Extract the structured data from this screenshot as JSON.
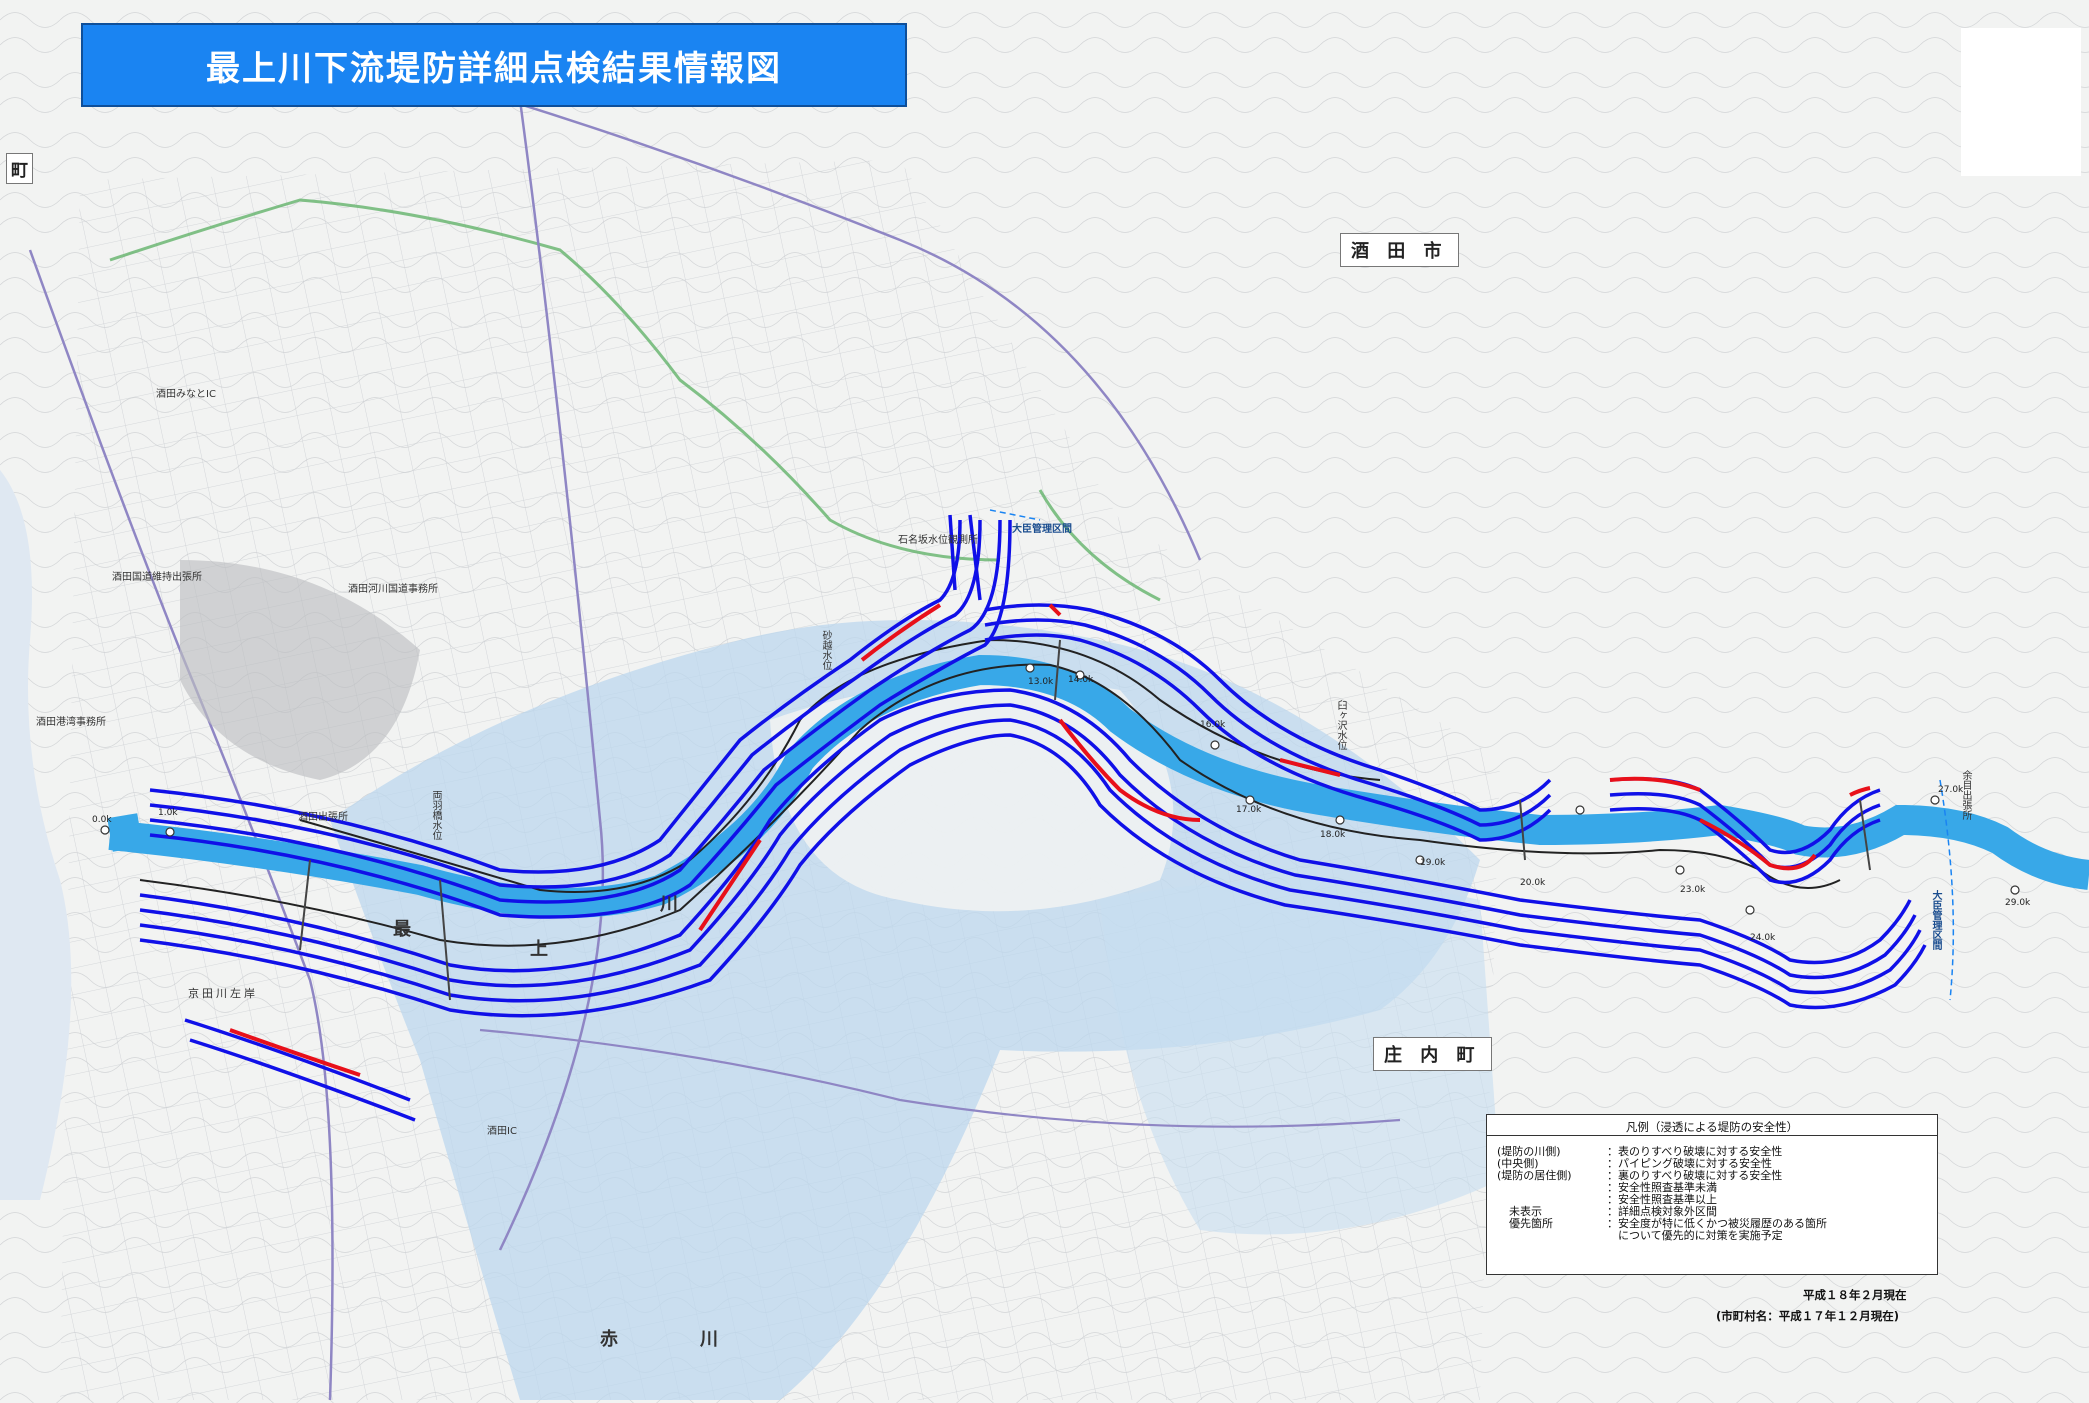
{
  "title": "最上川下流堤防詳細点検結果情報図",
  "places": {
    "sakata": "酒 田 市",
    "shonai": "庄 内 町",
    "machi": "町"
  },
  "river": {
    "chars": [
      "最",
      "上",
      "川"
    ],
    "aka": [
      "赤",
      "川"
    ],
    "kyoden_left": "京田川左岸"
  },
  "offices": {
    "sakata_kokudo_port": "酒田国道維持出張所",
    "sakata_kasen_office": "酒田河川国道事務所",
    "sakata_port_office": "酒田港湾事務所",
    "sakata_branch": "酒田出張所",
    "ishinazaka": "石名坂水位観測所",
    "sunaoshi": "砂越水位",
    "usuzawa": "臼ヶ沢水位",
    "amarume": "余目出張所",
    "kanri_kukan": "大臣管理区間",
    "sakata_mizu": "酒田みなとIC",
    "sakata_ic": "酒田IC",
    "ryo_bridge": "両羽橋水位"
  },
  "km_marks": [
    "0.0k",
    "1.0k",
    "13.0k",
    "14.0k",
    "16.0k",
    "17.0k",
    "18.0k",
    "19.0k",
    "20.0k",
    "23.0k",
    "24.0k",
    "27.0k",
    "29.0k"
  ],
  "legend": {
    "title": "凡例（浸透による堤防の安全性）",
    "rows": [
      {
        "label": "(堤防の川側)",
        "desc": "：表のりすべり破壊に対する安全性"
      },
      {
        "label": "(中央側)",
        "desc": "：パイピング破壊に対する安全性"
      },
      {
        "label": "(堤防の居住側)",
        "desc": "：裏のりすべり破壊に対する安全性"
      }
    ],
    "red_desc": "：安全性照査基準未満",
    "blue_desc": "：安全性照査基準以上",
    "none_label": "未表示",
    "none_desc": "：詳細点検対象外区間",
    "priority_label": "優先箇所",
    "priority_desc1": "：安全度が特に低くかつ被災履歴のある箇所",
    "priority_desc2": "　について優先的に対策を実施予定",
    "colors": {
      "red": "#e8101a",
      "blue": "#1010e8"
    }
  },
  "footer": {
    "date1": "平成１８年２月現在",
    "date2": "(市町村名：平成１７年１２月現在)"
  }
}
